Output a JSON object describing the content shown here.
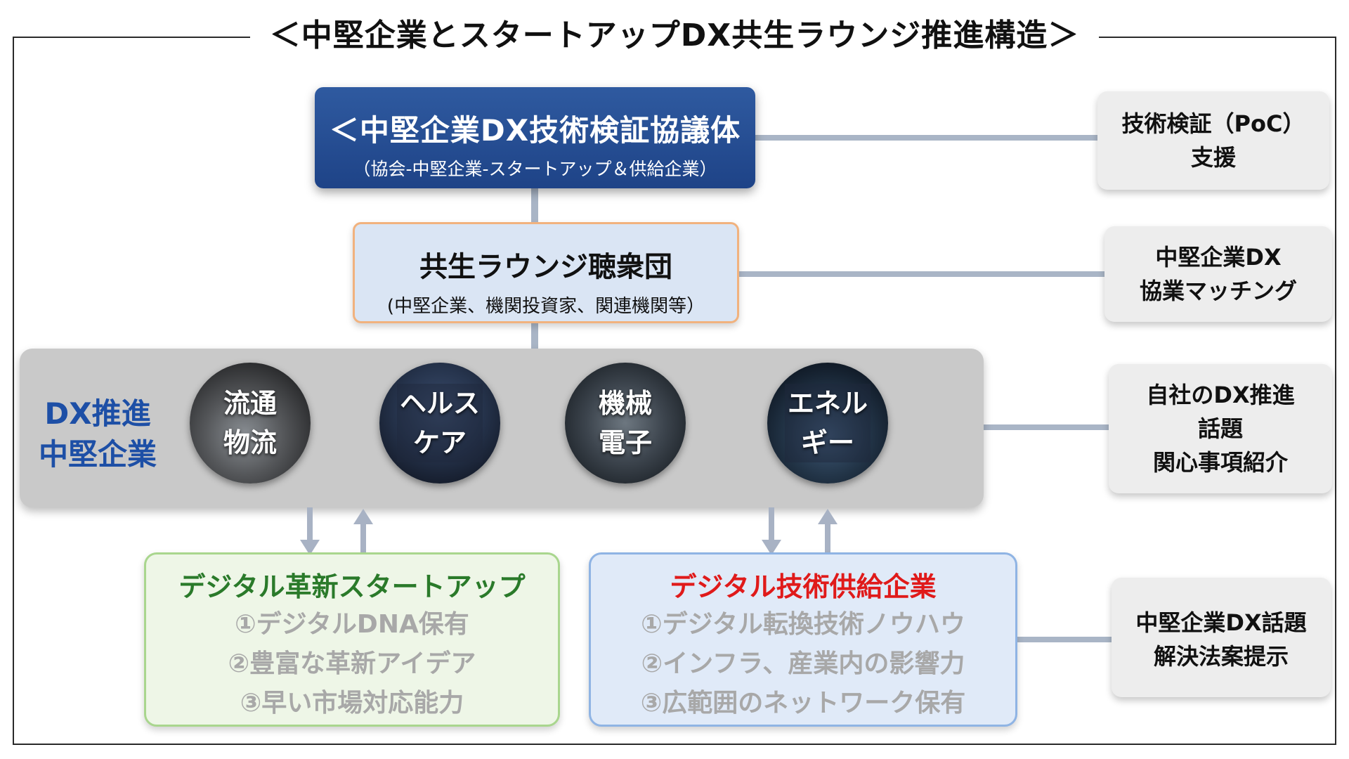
{
  "title": "＜中堅企業とスタートアップDX共生ラウンジ推進構造＞",
  "council": {
    "title": "＜中堅企業DX技術検証協議体",
    "subtitle": "（協会-中堅企業-スタートアップ＆供給企業）"
  },
  "lounge": {
    "title": "共生ラウンジ聴衆団",
    "subtitle": "(中堅企業、機関投資家、関連機関等）"
  },
  "dx_band": {
    "label_line1": "DX推進",
    "label_line2": "中堅企業",
    "sectors": [
      {
        "line1": "流通",
        "line2": "物流"
      },
      {
        "line1": "ヘルス",
        "line2": "ケア"
      },
      {
        "line1": "機械",
        "line2": "電子"
      },
      {
        "line1": "エネル",
        "line2": "ギー"
      }
    ]
  },
  "side_boxes": [
    {
      "lines": [
        "技術検証（PoC）",
        "支援"
      ]
    },
    {
      "lines": [
        "中堅企業DX",
        "協業マッチング"
      ]
    },
    {
      "lines": [
        "自社のDX推進",
        "話題",
        "関心事項紹介"
      ]
    },
    {
      "lines": [
        "中堅企業DX話題",
        "解決法案提示"
      ]
    }
  ],
  "startups": {
    "title": "デジタル革新スタートアップ",
    "items": [
      "①デジタルDNA保有",
      "②豊富な革新アイデア",
      "③早い市場対応能力"
    ]
  },
  "suppliers": {
    "title": "デジタル技術供給企業",
    "items": [
      "①デジタル転換技術ノウハウ",
      "②インフラ、産業内の影響力",
      "③広範囲のネットワーク保有"
    ]
  },
  "colors": {
    "council_bg": "#1e4387",
    "lounge_border": "#f1b27e",
    "dx_label": "#1d4fa6",
    "startup_title": "#2a7a2a",
    "supplier_title": "#e01a1a",
    "connector": "#a9b5c6"
  }
}
